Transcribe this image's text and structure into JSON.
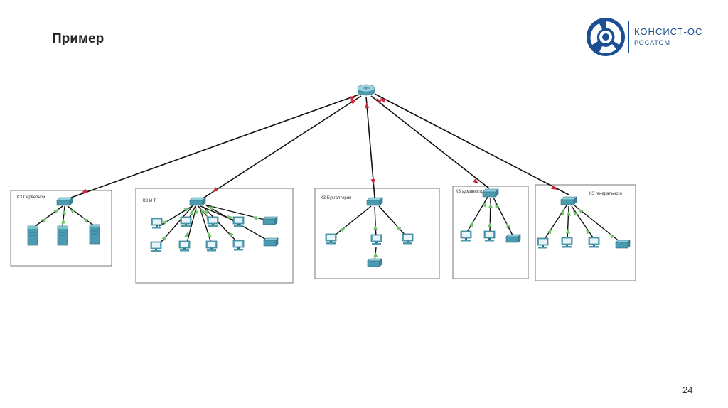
{
  "slide": {
    "title": "Пример",
    "page_number": "24"
  },
  "logo": {
    "line1": "КОНСИСТ-ОС",
    "line2": "РОСАТОМ",
    "brand_color": "#1b4f93"
  },
  "diagram": {
    "link_color": "#111111",
    "uplink_arrow_color": "#d0283c",
    "access_arrow_color": "#6fc36b",
    "device_color": "#4a9ab0",
    "zones": [
      {
        "id": "server",
        "label": "КЗ Серверной"
      },
      {
        "id": "it",
        "label": "КЗ И Т"
      },
      {
        "id": "buh",
        "label": "КЗ Бухгалтерия"
      },
      {
        "id": "admin",
        "label": "КЗ администр"
      },
      {
        "id": "gen",
        "label": "КЗ генерального"
      }
    ]
  }
}
